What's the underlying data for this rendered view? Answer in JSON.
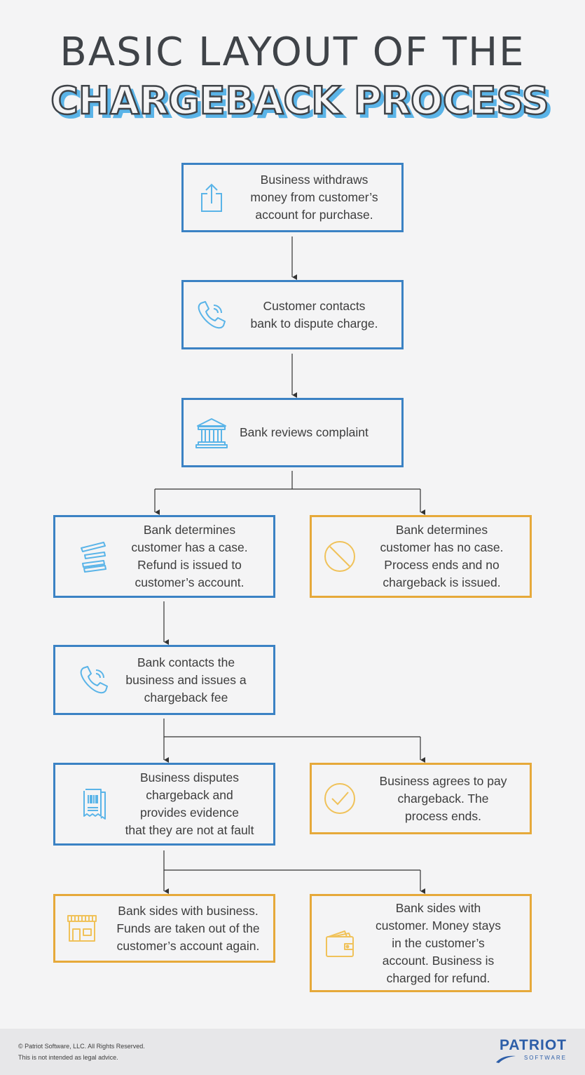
{
  "title": {
    "line1": "BASIC LAYOUT OF THE",
    "line2": "CHARGEBACK PROCESS"
  },
  "colors": {
    "blue": "#3b82c4",
    "orange": "#e6a93a",
    "title_light_blue": "#5ab4e8",
    "dark": "#3f4348"
  },
  "steps": {
    "withdraw": {
      "text": "Business withdraws\nmoney from customer’s\naccount for purchase.",
      "icon": "upload-icon"
    },
    "contact": {
      "text": "Customer contacts\nbank to dispute charge.",
      "icon": "phone-icon"
    },
    "review": {
      "text": "Bank reviews complaint",
      "icon": "bank-icon"
    },
    "has_case": {
      "text": "Bank determines\ncustomer has a case.\nRefund is issued to\ncustomer’s account.",
      "icon": "money-stack-icon"
    },
    "no_case": {
      "text": "Bank determines\ncustomer has no case.\nProcess ends and no\nchargeback is issued.",
      "icon": "prohibited-icon"
    },
    "fee": {
      "text": "Bank contacts the\nbusiness and issues a\nchargeback fee",
      "icon": "phone-icon"
    },
    "dispute": {
      "text": "Business disputes\nchargeback and\nprovides evidence\nthat they are not at fault",
      "icon": "receipt-icon"
    },
    "agree": {
      "text": "Business agrees to pay\nchargeback. The\nprocess ends.",
      "icon": "checkmark-icon"
    },
    "side_business": {
      "text": "Bank sides with business.\nFunds are taken out of the\ncustomer’s account again.",
      "icon": "storefront-icon"
    },
    "side_customer": {
      "text": "Bank sides with\ncustomer. Money stays\nin the customer’s\naccount. Business is\ncharged for refund.",
      "icon": "wallet-icon"
    }
  },
  "footer": {
    "copyright": "© Patriot Software, LLC. All Rights Reserved.",
    "disclaimer": "This is not intended as legal advice.",
    "logo_name": "PATRIOT",
    "logo_sub": "SOFTWARE"
  }
}
